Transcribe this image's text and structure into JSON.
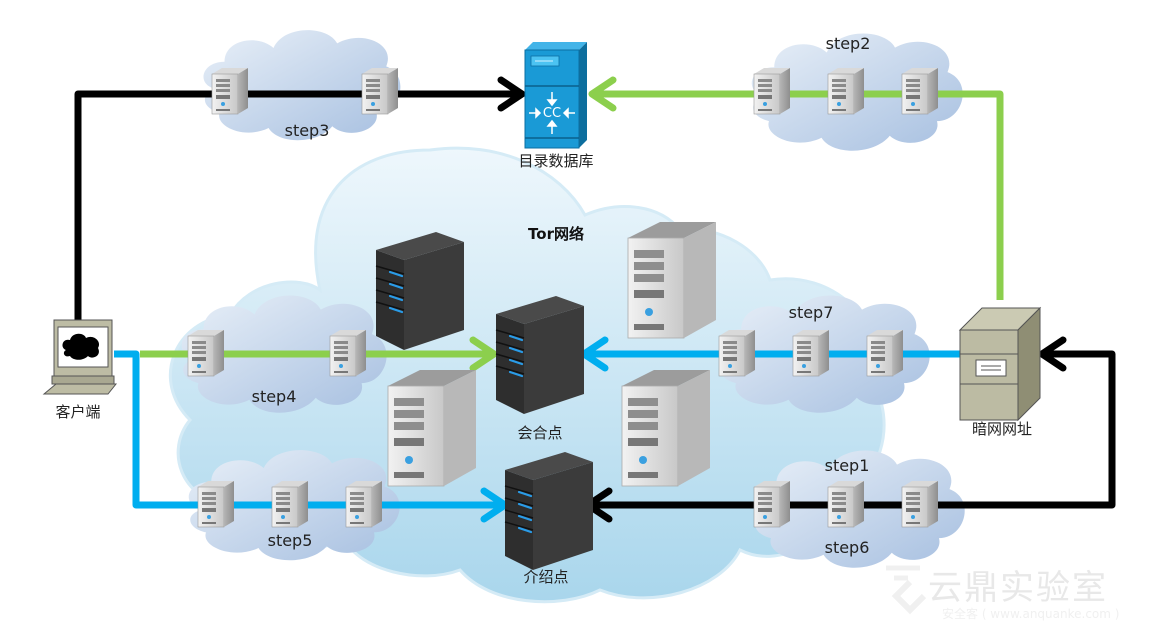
{
  "diagram": {
    "title": "Tor网络",
    "nodes": {
      "client": "客户端",
      "directory": "目录数据库",
      "hidden_service": "暗网网址",
      "rendezvous": "会合点",
      "introduction": "介绍点"
    },
    "steps": {
      "step1": "step1",
      "step2": "step2",
      "step3": "step3",
      "step4": "step4",
      "step5": "step5",
      "step6": "step6",
      "step7": "step7"
    },
    "icons": {
      "client": "computer-terminal-icon",
      "directory": "directory-server-icon",
      "hidden_service": "file-cabinet-server-icon",
      "relay": "tower-server-icon",
      "rack": "rack-server-icon"
    },
    "colors": {
      "black_path": "#000000",
      "green_path": "#8ccf4d",
      "blue_path": "#00aeef",
      "cloud": "#c5e4f2",
      "directory_blue": "#1a9ad6"
    },
    "edges": [
      {
        "from": "客户端",
        "to": "目录数据库",
        "via": "step3",
        "color": "black"
      },
      {
        "from": "暗网网址",
        "to": "目录数据库",
        "via": "step2",
        "color": "green"
      },
      {
        "from": "客户端",
        "to": "会合点",
        "via": "step4",
        "color": "green"
      },
      {
        "from": "暗网网址",
        "to": "会合点",
        "via": "step7",
        "color": "blue"
      },
      {
        "from": "客户端",
        "to": "介绍点",
        "via": "step5",
        "color": "blue"
      },
      {
        "from": "暗网网址",
        "to": "介绍点",
        "via": "step1 / step6",
        "color": "black"
      }
    ]
  },
  "watermark": {
    "main": "云鼎实验室",
    "sub": "安全客 ( www.anquanke.com )"
  }
}
